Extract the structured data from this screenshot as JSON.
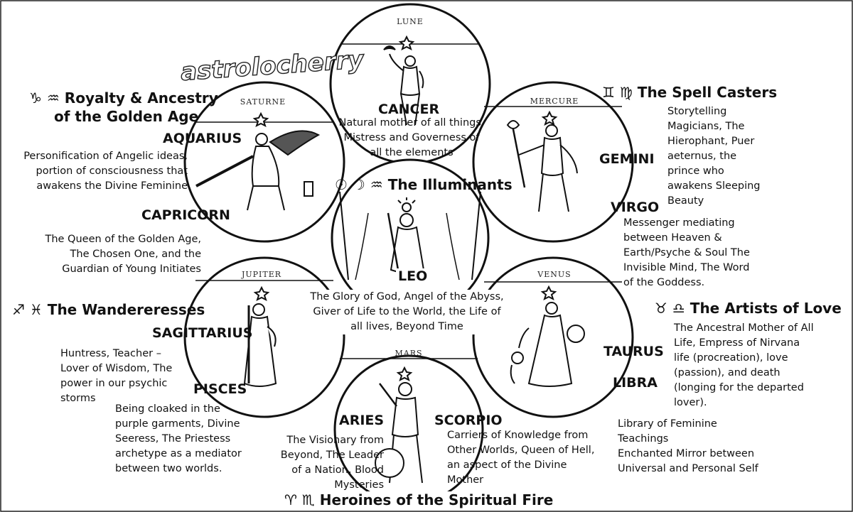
{
  "watermark": "astrolocherry",
  "planet_labels": {
    "moon": "LUNE",
    "saturn": "SATURNE",
    "mercury": "MERCURE",
    "jupiter": "JUPITER",
    "venus": "VENUS",
    "mars": "MARS"
  },
  "groups": {
    "royalty": {
      "symbols": "♑ ♒",
      "title_line1": "Royalty & Ancestry",
      "title_line2": "of the Golden Age"
    },
    "spell_casters": {
      "symbols": "♊ ♍",
      "title": "The Spell Casters"
    },
    "illuminants": {
      "symbols": "☉ ☽ ♒",
      "title": "The Illuminants"
    },
    "wanderers": {
      "symbols": "♐ ♓",
      "title": "The Wandereresses"
    },
    "artists": {
      "symbols": "♉ ♎",
      "title": "The Artists of Love"
    },
    "heroines": {
      "symbols": "♈ ♏",
      "title": "Heroines of the Spiritual Fire"
    }
  },
  "signs": {
    "cancer": {
      "name": "CANCER",
      "lines": [
        "Natural mother of all things,",
        "Mistress and Governess of",
        "all the elements"
      ]
    },
    "aquarius": {
      "name": "AQUARIUS",
      "lines": [
        "Personification of Angelic ideas,",
        "portion of consciousness that",
        "awakens the Divine Feminine"
      ]
    },
    "capricorn": {
      "name": "CAPRICORN",
      "lines": [
        "The Queen of the Golden Age,",
        "The Chosen One, and the",
        "Guardian of Young Initiates"
      ]
    },
    "gemini": {
      "name": "GEMINI",
      "lines": [
        "Storytelling",
        "Magicians, The",
        "Hierophant, Puer",
        "aeternus, the",
        "prince who",
        "awakens Sleeping",
        "Beauty"
      ]
    },
    "virgo": {
      "name": "VIRGO",
      "lines": [
        "Messenger mediating",
        "between Heaven &",
        "Earth/Psyche & Soul The",
        "Invisible Mind, The Word",
        "of the Goddess."
      ]
    },
    "leo": {
      "name": "LEO",
      "lines": [
        "The Glory of God, Angel of the Abyss,",
        "Giver of Life to the World, the Life of",
        "all lives, Beyond Time"
      ]
    },
    "sagittarius": {
      "name": "SAGITTARIUS",
      "lines": [
        "Huntress, Teacher –",
        "Lover of Wisdom, The",
        "power in our psychic",
        "storms"
      ]
    },
    "pisces": {
      "name": "PISCES",
      "lines": [
        "Being cloaked in the",
        "purple garments, Divine",
        "Seeress, The Priestess",
        "archetype as a mediator",
        "between two worlds."
      ]
    },
    "taurus": {
      "name": "TAURUS",
      "lines": [
        "The Ancestral Mother of All",
        "Life, Empress of Nirvana",
        "life (procreation), love",
        "(passion), and death",
        "(longing for the departed",
        "lover)."
      ]
    },
    "libra": {
      "name": "LIBRA",
      "lines": [
        "Library of Feminine",
        "Teachings",
        "Enchanted Mirror between",
        "Universal and Personal Self"
      ]
    },
    "aries": {
      "name": "ARIES",
      "lines": [
        "The Visionary from",
        "Beyond, The Leader",
        "of a Nation, Blood",
        "Mysteries"
      ]
    },
    "scorpio": {
      "name": "SCORPIO",
      "lines": [
        "Carriers of Knowledge from",
        "Other Worlds, Queen of Hell,",
        "an aspect of the Divine",
        "Mother"
      ]
    }
  }
}
